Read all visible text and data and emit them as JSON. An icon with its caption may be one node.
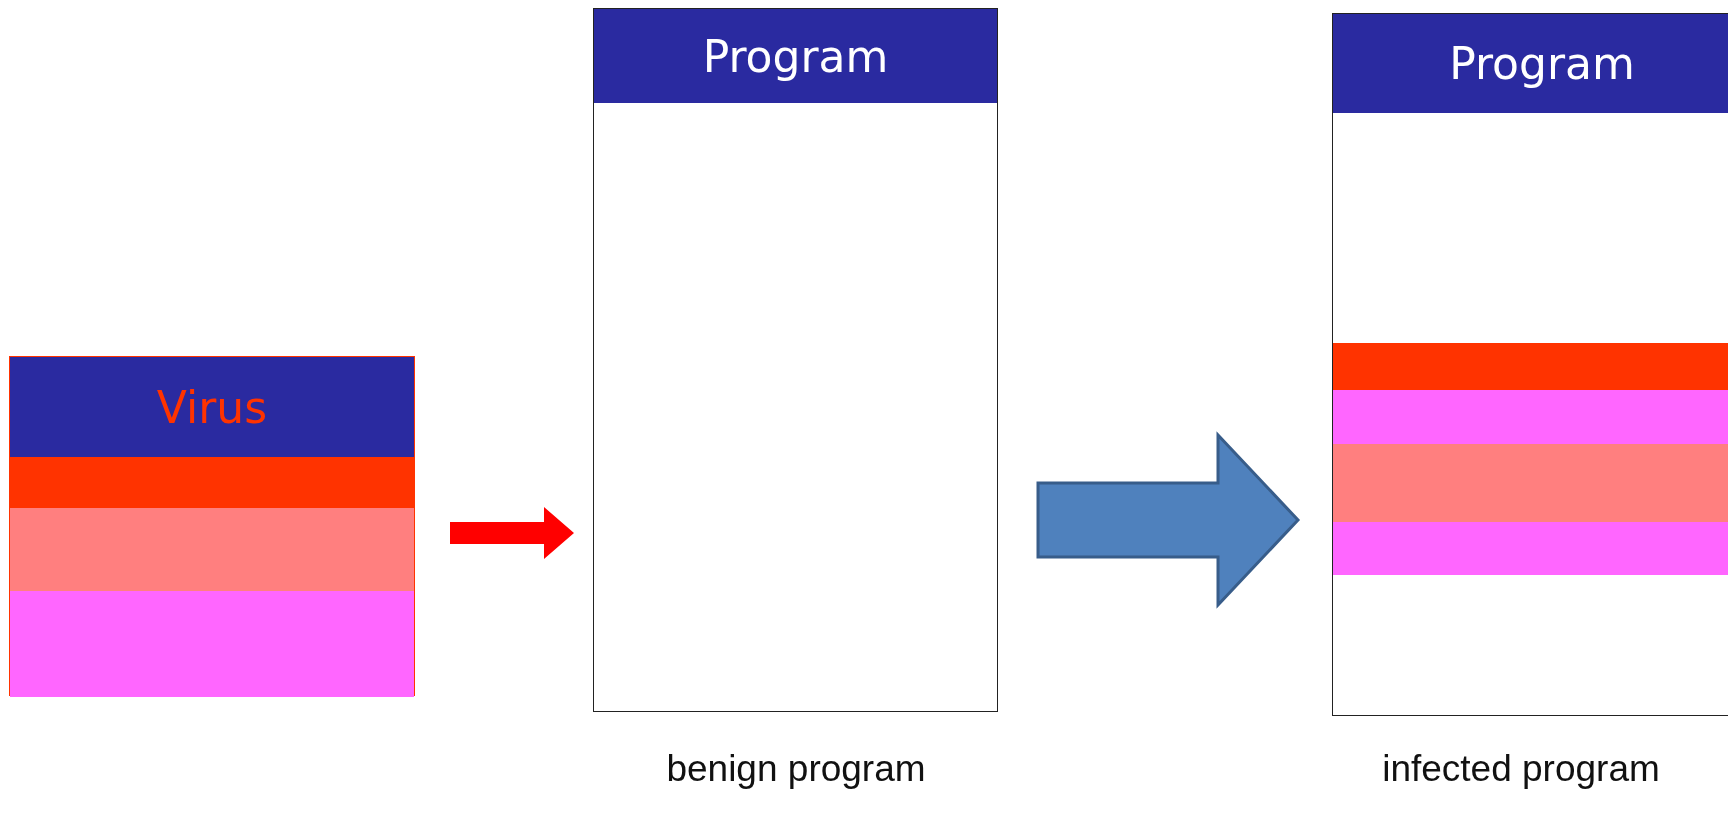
{
  "diagram": {
    "nodes": [
      {
        "text": [
          "Virus"
        ]
      },
      {
        "text": [],
        "shape": "bar",
        "in": 0
      },
      {
        "text": [],
        "shape": "bar",
        "in": 0
      },
      {
        "text": [],
        "shape": "bar",
        "in": 0
      },
      {
        "text": [
          "Program"
        ],
        "beside": [
          "benign program"
        ]
      },
      {
        "text": [
          "Program"
        ],
        "beside": [
          "infected program"
        ]
      },
      {
        "text": [],
        "shape": "bar",
        "in": 5
      },
      {
        "text": [],
        "shape": "bar",
        "in": 5
      },
      {
        "text": [],
        "shape": "bar",
        "in": 5
      },
      {
        "text": [],
        "shape": "bar",
        "in": 5
      }
    ],
    "edges": [
      {
        "from": 0,
        "to": 4,
        "arrow": "to",
        "style": "thick",
        "color": "#ff0000"
      },
      {
        "from": 4,
        "to": 5,
        "arrow": "to",
        "style": "thick",
        "color": "#4f81bd"
      }
    ]
  }
}
